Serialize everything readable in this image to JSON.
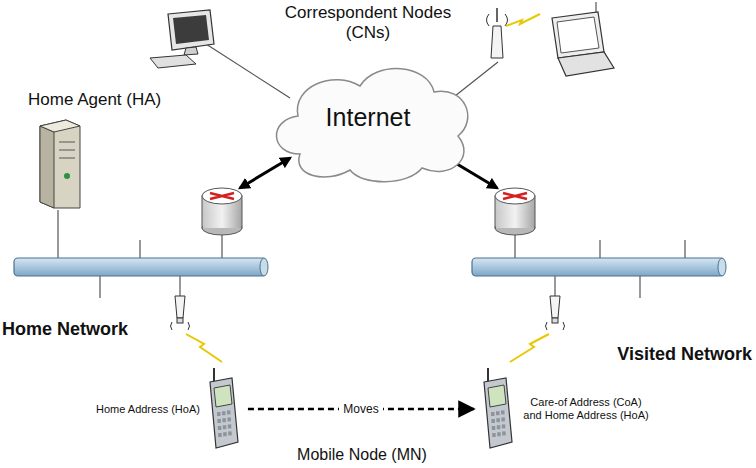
{
  "diagram": {
    "nodes": [
      {
        "text": [
          "Internet"
        ]
      },
      {
        "text": [
          "Home Agent (HA)"
        ]
      },
      {
        "text": [
          "Home Address (HoA)"
        ]
      },
      {
        "text": [
          "Care-of Address (CoA) and Home Address (HoA)"
        ]
      }
    ],
    "edges": [
      {
        "from": 2,
        "to": 3,
        "label": "Moves",
        "arrow": "to"
      }
    ],
    "labels": [
      "Correspondent Nodes (CNs)",
      "Home Network",
      "Visited Network",
      "Mobile Node (MN)"
    ]
  }
}
